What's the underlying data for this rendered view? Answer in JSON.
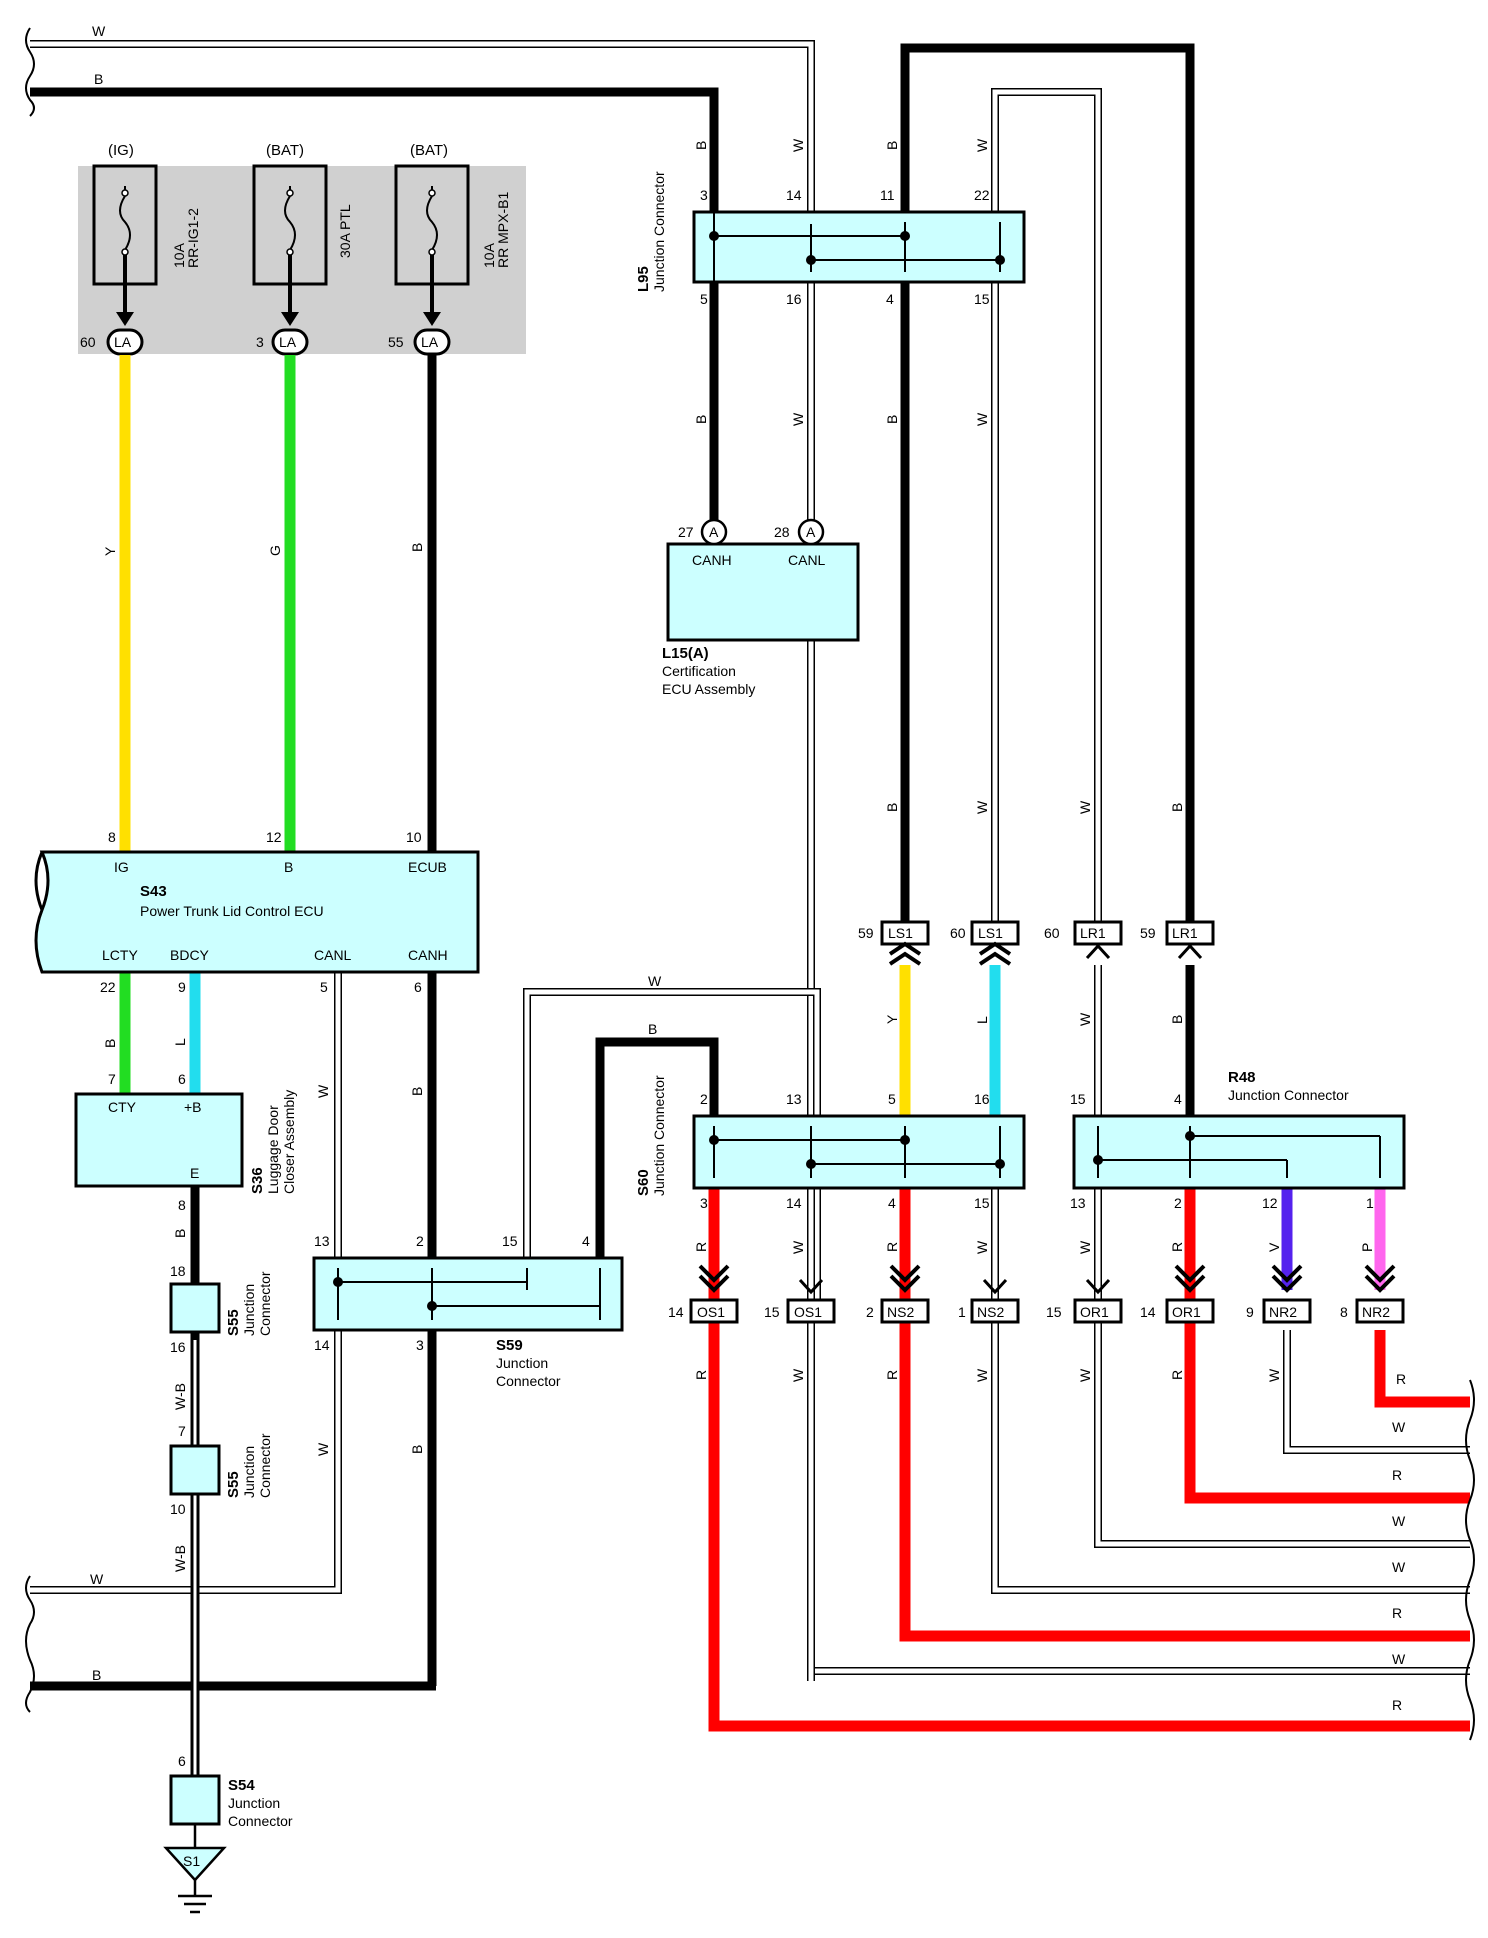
{
  "title": "",
  "fuses": [
    {
      "source": "(IG)",
      "rating": "10A",
      "name": "RR-IG1-2",
      "pin": "60",
      "conn": "LA",
      "wire": "Y"
    },
    {
      "source": "(BAT)",
      "rating": "30A",
      "name": "PTL",
      "pin": "3",
      "conn": "LA",
      "wire": "G"
    },
    {
      "source": "(BAT)",
      "rating": "10A",
      "name": "RR MPX-B1",
      "pin": "55",
      "conn": "LA",
      "wire": "B"
    }
  ],
  "wire_colors": {
    "B": "#000000",
    "W": "#ffffff",
    "Y": "#ffe000",
    "G": "#22dd22",
    "L": "#22ddee",
    "R": "#ff0000",
    "V": "#5522ee",
    "P": "#ff66ee"
  },
  "top_wires": {
    "w_label": "W",
    "b_label": "B"
  },
  "l95": {
    "id": "L95",
    "name": "Junction Connector",
    "pins_top": [
      "3",
      "14",
      "11",
      "22"
    ],
    "pins_bottom": [
      "5",
      "16",
      "4",
      "15"
    ],
    "wire_top": [
      "B",
      "W",
      "B",
      "W"
    ],
    "wire_bottom": [
      "B",
      "W",
      "B",
      "W"
    ]
  },
  "l15": {
    "id": "L15(A)",
    "name": "Certification",
    "name2": "ECU Assembly",
    "pins": [
      "27",
      "28"
    ],
    "conn": "A",
    "labels": [
      "CANH",
      "CANL"
    ]
  },
  "s43": {
    "id": "S43",
    "name": "Power Trunk Lid Control ECU",
    "pins_top": [
      "8",
      "12",
      "10"
    ],
    "labels_top": [
      "IG",
      "B",
      "ECUB"
    ],
    "labels_bottom": [
      "LCTY",
      "BDCY",
      "CANL",
      "CANH"
    ],
    "pins_bottom": [
      "22",
      "9",
      "5",
      "6"
    ]
  },
  "s36": {
    "id": "S36",
    "name": "Luggage Door",
    "name2": "Closer Assembly",
    "pins_top": [
      "7",
      "6"
    ],
    "labels": [
      "CTY",
      "+B",
      "E"
    ],
    "pin_bottom": "8"
  },
  "s55a": {
    "id": "S55",
    "name": "Junction",
    "name2": "Connector",
    "pin_top": "18",
    "pin_bottom": "16"
  },
  "s55b": {
    "id": "S55",
    "name": "Junction",
    "name2": "Connector",
    "pin_top": "7",
    "pin_bottom": "10"
  },
  "s54": {
    "id": "S54",
    "name": "Junction",
    "name2": "Connector",
    "pin_top": "6"
  },
  "ground": {
    "id": "S1"
  },
  "s59": {
    "id": "S59",
    "name": "Junction",
    "name2": "Connector",
    "pins_top": [
      "13",
      "2",
      "15",
      "4"
    ],
    "pins_bottom": [
      "14",
      "3"
    ]
  },
  "s60": {
    "id": "S60",
    "name": "Junction Connector",
    "pins_top": [
      "2",
      "13",
      "5",
      "16"
    ],
    "pins_bottom": [
      "3",
      "14",
      "4",
      "15"
    ]
  },
  "r48": {
    "id": "R48",
    "name": "Junction Connector",
    "pins_top": [
      "15",
      "4"
    ],
    "pins_bottom": [
      "13",
      "2",
      "12",
      "1"
    ]
  },
  "mid_connectors": [
    {
      "pin": "59",
      "name": "LS1",
      "wire": "B"
    },
    {
      "pin": "60",
      "name": "LS1",
      "wire": "W"
    },
    {
      "pin": "60",
      "name": "LR1",
      "wire": "W"
    },
    {
      "pin": "59",
      "name": "LR1",
      "wire": "B"
    }
  ],
  "mid_wire_labels_lower": [
    "Y",
    "L",
    "W",
    "B"
  ],
  "bottom_connectors": [
    {
      "pin": "14",
      "name": "OS1",
      "wire": "R"
    },
    {
      "pin": "15",
      "name": "OS1",
      "wire": "W"
    },
    {
      "pin": "2",
      "name": "NS2",
      "wire": "R"
    },
    {
      "pin": "1",
      "name": "NS2",
      "wire": "W"
    },
    {
      "pin": "15",
      "name": "OR1",
      "wire": "W"
    },
    {
      "pin": "14",
      "name": "OR1",
      "wire": "R"
    },
    {
      "pin": "9",
      "name": "NR2",
      "wire": "W"
    },
    {
      "pin": "8",
      "name": "NR2",
      "wire": "R"
    }
  ],
  "s60_bottom_wires": [
    "R",
    "W",
    "R",
    "W"
  ],
  "r48_bottom_wires": [
    "W",
    "R",
    "V",
    "P"
  ],
  "right_exits": [
    "R",
    "W",
    "R",
    "W",
    "W",
    "R",
    "W",
    "R"
  ],
  "misc_labels": {
    "wb": "W-B",
    "w": "W",
    "b": "B"
  }
}
